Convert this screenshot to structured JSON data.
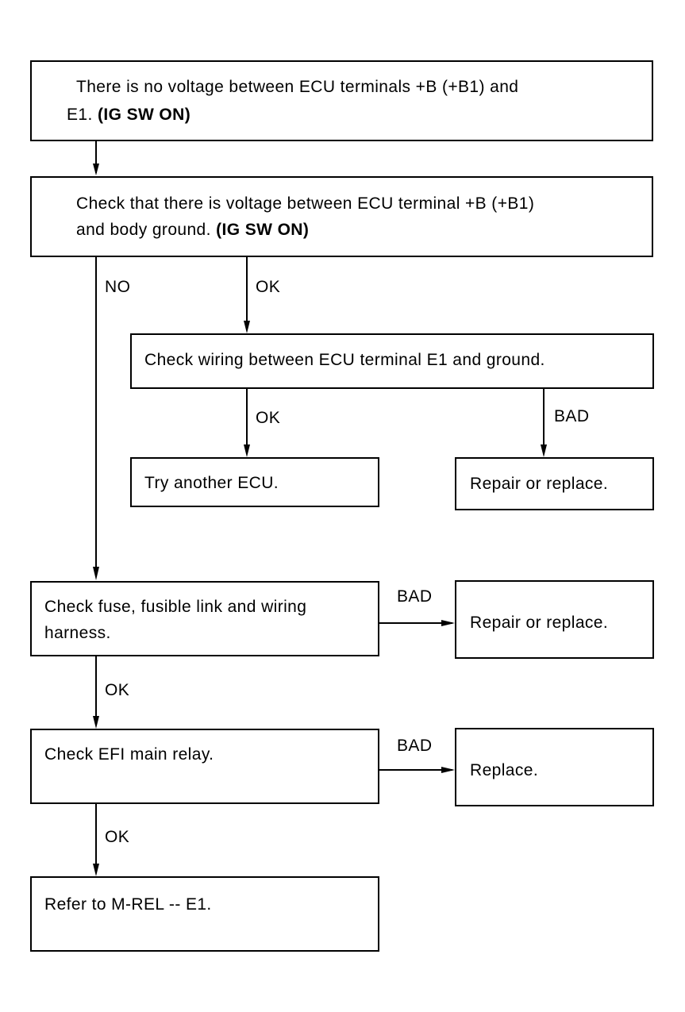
{
  "boxes": {
    "start": {
      "line1": "There is no voltage between ECU terminals +B (+B1) and",
      "line2_plain": "E1. ",
      "line2_bold": "(IG SW ON)"
    },
    "check_voltage": {
      "line1": "Check that there is voltage between ECU terminal +B (+B1)",
      "line2_plain": "and body ground. ",
      "line2_bold": "(IG SW ON)"
    },
    "check_wiring_e1": {
      "text": "Check wiring between ECU terminal E1 and ground."
    },
    "try_ecu": {
      "text": "Try another ECU."
    },
    "repair_1": {
      "text": "Repair or replace."
    },
    "check_fuse": {
      "line1": "Check fuse, fusible link and wiring",
      "line2": "harness."
    },
    "repair_2": {
      "text": "Repair or replace."
    },
    "check_relay": {
      "text": "Check EFI main relay."
    },
    "replace": {
      "text": "Replace."
    },
    "refer": {
      "text": "Refer to M-REL -- E1."
    }
  },
  "labels": {
    "no": "NO",
    "ok_voltage": "OK",
    "ok_wiring": "OK",
    "bad_wiring": "BAD",
    "bad_fuse": "BAD",
    "ok_fuse": "OK",
    "bad_relay": "BAD",
    "ok_relay": "OK"
  }
}
